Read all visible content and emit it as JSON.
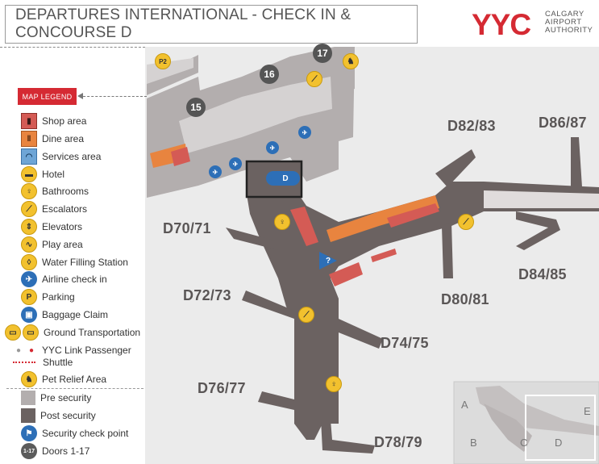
{
  "header": {
    "title": "DEPARTURES INTERNATIONAL - CHECK IN & CONCOURSE D",
    "logo_text": "YYC",
    "logo_subtitle_line1": "CALGARY",
    "logo_subtitle_line2": "AIRPORT",
    "logo_subtitle_line3": "AUTHORITY",
    "brand_color": "#d52a33"
  },
  "legend": {
    "title": "MAP LEGEND",
    "items": [
      {
        "label": "Shop area",
        "icon": "shopping-bag-icon"
      },
      {
        "label": "Dine area",
        "icon": "fork-knife-icon"
      },
      {
        "label": "Services area",
        "icon": "service-bell-icon"
      },
      {
        "label": "Hotel",
        "icon": "bed-icon"
      },
      {
        "label": "Bathrooms",
        "icon": "restroom-icon"
      },
      {
        "label": "Escalators",
        "icon": "escalator-icon"
      },
      {
        "label": "Elevators",
        "icon": "elevator-icon"
      },
      {
        "label": "Play area",
        "icon": "play-icon"
      },
      {
        "label": "Water Filling Station",
        "icon": "water-drop-icon"
      },
      {
        "label": "Airline check in",
        "icon": "check-in-icon"
      },
      {
        "label": "Parking",
        "icon": "parking-icon",
        "glyph": "P"
      },
      {
        "label": "Baggage Claim",
        "icon": "baggage-icon"
      },
      {
        "label": "Ground Transportation",
        "icon": "taxi-bus-icon"
      },
      {
        "label": "YYC Link Passenger",
        "label2": "Shuttle",
        "icon": "shuttle-icon"
      },
      {
        "label": "Pet Relief Area",
        "icon": "dog-icon"
      },
      {
        "label": "Pre security",
        "icon": "pre-security-swatch"
      },
      {
        "label": "Post security",
        "icon": "post-security-swatch"
      },
      {
        "label": "Security check point",
        "icon": "security-checkpoint-icon"
      },
      {
        "label": "Doors 1-17",
        "icon": "door-number-icon",
        "glyph": "1-17"
      }
    ]
  },
  "map": {
    "gates": [
      "D82/83",
      "D86/87",
      "D70/71",
      "D84/85",
      "D72/73",
      "D80/81",
      "D74/75",
      "D76/77",
      "D78/79"
    ],
    "doors": [
      "17",
      "16",
      "15"
    ],
    "parking_marker": "P2",
    "checkpoint_label": "D",
    "info_marker": "?",
    "overview": {
      "labels": [
        "A",
        "B",
        "C",
        "D",
        "E"
      ]
    },
    "colors": {
      "pre_security": "#b3aeae",
      "post_security": "#6b6261",
      "background": "#ebebeb",
      "shop": "#d45b55",
      "dine": "#e8843f",
      "services": "#6ea5d6"
    }
  }
}
